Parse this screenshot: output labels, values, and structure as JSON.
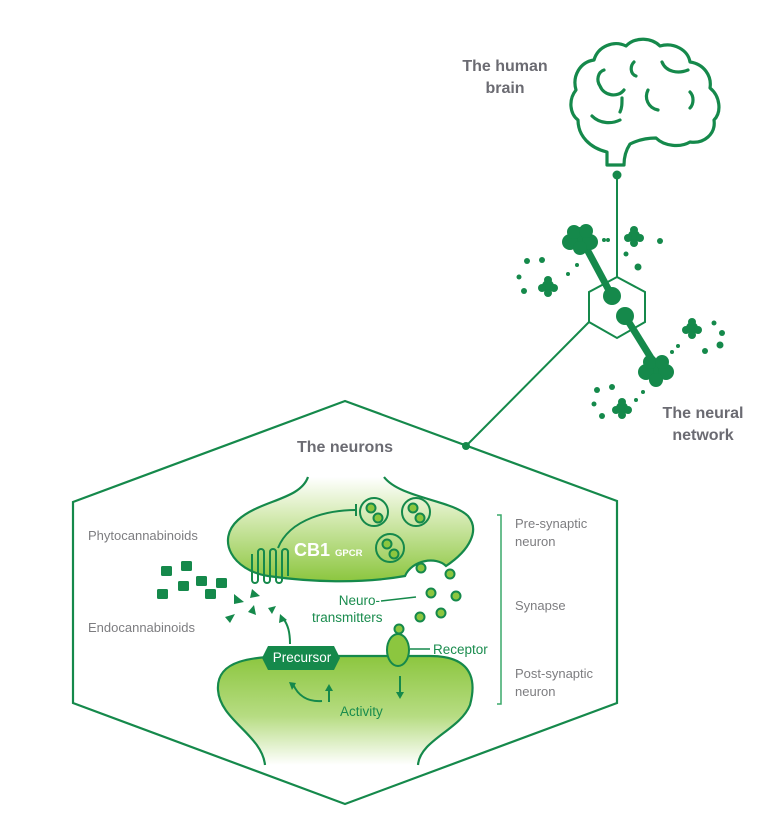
{
  "diagram": {
    "levels": {
      "brain": "The human brain",
      "brain_line1": "The human",
      "brain_line2": "brain",
      "network_line1": "The neural",
      "network_line2": "network",
      "neurons": "The neurons"
    },
    "neuron_labels": {
      "cb1": "CB1",
      "gpcr": "GPCR",
      "phytocannabinoids": "Phytocannabinoids",
      "endocannabinoids": "Endocannabinoids",
      "neurotransmitters_line1": "Neuro-",
      "neurotransmitters_line2": "transmitters",
      "receptor": "Receptor",
      "precursor": "Precursor",
      "activity": "Activity"
    },
    "regions": {
      "pre_line1": "Pre-synaptic",
      "pre_line2": "neuron",
      "synapse": "Synapse",
      "post_line1": "Post-synaptic",
      "post_line2": "neuron"
    },
    "colors": {
      "primary_green": "#15894b",
      "light_green": "#8cc63f",
      "title_gray": "#6b6b72",
      "label_gray": "#7d7d80"
    }
  }
}
